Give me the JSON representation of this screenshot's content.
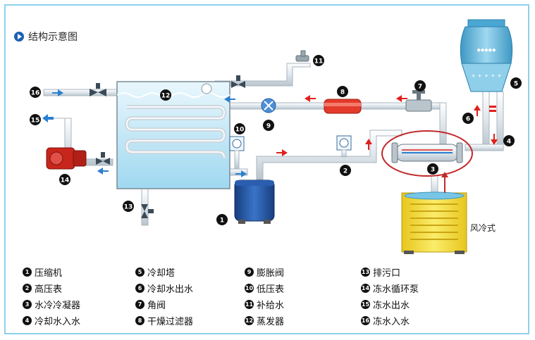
{
  "title": "结构示意图",
  "air_cooled_label": "风冷式",
  "callouts": [
    "1",
    "2",
    "3",
    "4",
    "5",
    "6",
    "7",
    "8",
    "9",
    "10",
    "11",
    "12",
    "13",
    "14",
    "15",
    "16"
  ],
  "legend": [
    {
      "num": "1",
      "text": "压缩机"
    },
    {
      "num": "2",
      "text": "高压表"
    },
    {
      "num": "3",
      "text": "水冷冷凝器"
    },
    {
      "num": "4",
      "text": "冷却水入水"
    },
    {
      "num": "5",
      "text": "冷却塔"
    },
    {
      "num": "6",
      "text": "冷却水出水"
    },
    {
      "num": "7",
      "text": "角阀"
    },
    {
      "num": "8",
      "text": "干燥过滤器"
    },
    {
      "num": "9",
      "text": "膨胀阀"
    },
    {
      "num": "10",
      "text": "低压表"
    },
    {
      "num": "11",
      "text": "补给水"
    },
    {
      "num": "12",
      "text": "蒸发器"
    },
    {
      "num": "13",
      "text": "排污口"
    },
    {
      "num": "14",
      "text": "冻水循环泵"
    },
    {
      "num": "15",
      "text": "冻水出水"
    },
    {
      "num": "16",
      "text": "冻水入水"
    }
  ],
  "colors": {
    "frame": "#8fd0ee",
    "pipe": "#e9eef2",
    "tank_water": "#bfe6f6",
    "flow_red": "#e0201c",
    "flow_blue": "#2b7fd1",
    "compressor": "#1f4f9c",
    "filter": "#e33a2a",
    "cooling_tower": "#64b9dc",
    "condenser_highlight": "#c0282a",
    "air_cooled": "#f2dc2c"
  }
}
